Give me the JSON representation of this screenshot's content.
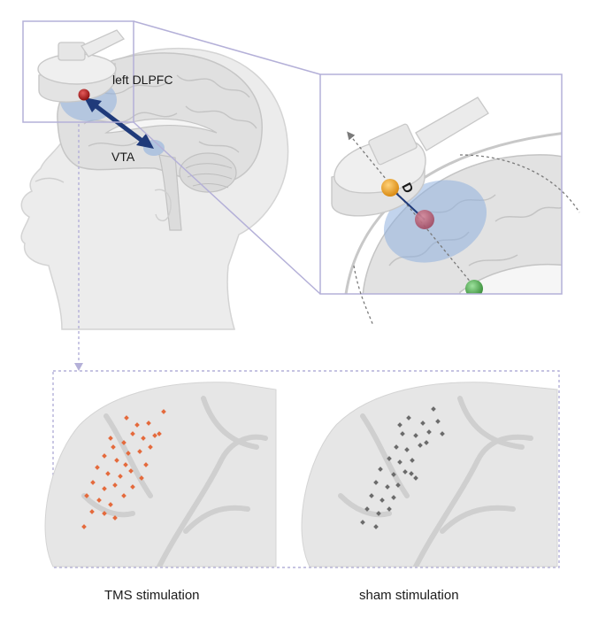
{
  "labels": {
    "dlpfc": "left DLPFC",
    "vta": "VTA",
    "distance": "D"
  },
  "panels": {
    "tms": {
      "caption": "TMS stimulation",
      "dot_color": "#e46a3c"
    },
    "sham": {
      "caption": "sham stimulation",
      "dot_color": "#6b6b6b"
    }
  },
  "colors": {
    "frame": "#b4b0d8",
    "arrow": "#1f3a7a",
    "target_region": "#8fb1de",
    "dlpfc_marker": "#b22222",
    "coil_point": "#f0a830",
    "deep_point": "#5cb85c",
    "head": "#e9e9e9",
    "brain": "#e3e3e3"
  },
  "icons": {
    "coil": "tms-coil-icon"
  }
}
